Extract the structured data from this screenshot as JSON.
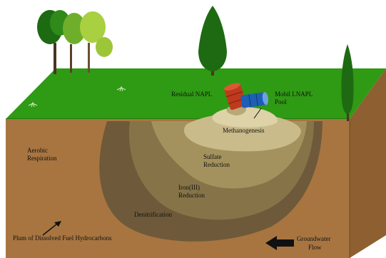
{
  "diagram": {
    "labels": {
      "residual_napl": "Residual NAPL",
      "mobile_napl_line1": "Mobil LNAPL",
      "mobile_napl_line2": "Pool",
      "methanogenesis": "Methanogenesis",
      "sulfate_line1": "Sulfate",
      "sulfate_line2": "Reduction",
      "iron_line1": "Iron(III)",
      "iron_line2": "Reduction",
      "denitrification": "Denitrification",
      "aerobic_line1": "Aerobic",
      "aerobic_line2": "Respiration",
      "plume": "Plum of Dissolved Fuel Hydrocarbons",
      "groundwater_line1": "Groundwater",
      "groundwater_line2": "Flow"
    },
    "colors": {
      "grass": "#2f9a14",
      "grass_dark": "#247a0e",
      "soil_face": "#a87540",
      "soil_side": "#8e5f30",
      "zone_denitrification": "#6e5a3a",
      "zone_iron": "#867448",
      "zone_sulfate": "#a4925e",
      "zone_methanogenesis": "#c9bb8a",
      "napl_pool": "#ddd2a8",
      "drum_red": "#c0391d",
      "drum_blue": "#1e5fb5"
    }
  }
}
